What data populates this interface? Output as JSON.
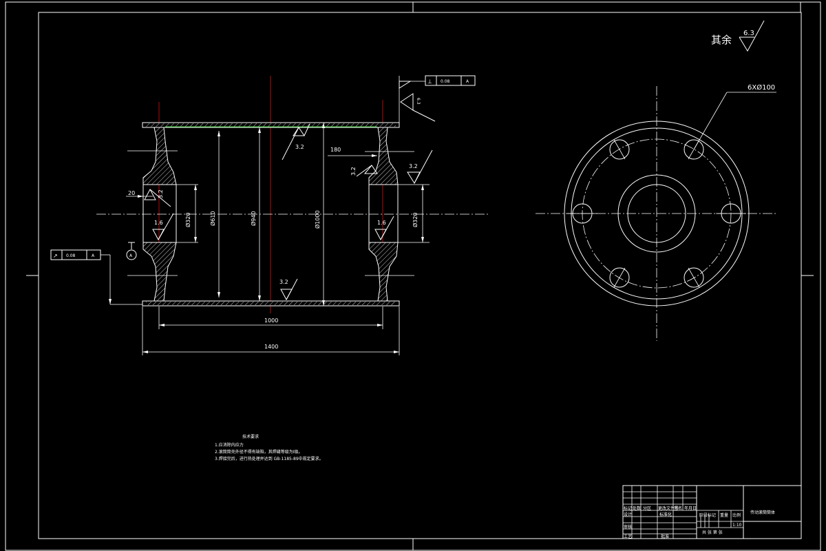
{
  "roughness_general": {
    "label": "其余",
    "value": "6.3"
  },
  "hole_spec": "6XØ100",
  "dimensions": {
    "length_inner": "1000",
    "length_total": "1400",
    "dia_610": "Ø610",
    "dia_940": "Ø940",
    "dia_1000": "Ø1000",
    "dia_320_left": "Ø320",
    "dia_320_right": "Ø320",
    "dim_180": "180",
    "dim_20": "20"
  },
  "roughness_marks": {
    "top_center": "3.2",
    "bottom_center": "3.2",
    "right_inner": "3.2",
    "right_outer": "3.2",
    "left_hub": "3.2",
    "left_bore": "1.6",
    "right_bore": "1.6",
    "right_tag": "6.3"
  },
  "tolerance_frames": {
    "top": {
      "symbol": "⊥",
      "value": "0.08",
      "datum": "A"
    },
    "left": {
      "symbol": "↗",
      "value": "0.08",
      "datum": "A"
    }
  },
  "datum_label": "A",
  "tech_requirements": {
    "title": "技术要求",
    "items": [
      "1.应消除内应力",
      "2.滚筒筒壳外径不得有缺陷，其焊缝等级为I级。",
      "3.焊接完后，进行热处理并达到 GB-1185-89中规定要求。"
    ]
  },
  "title_block": {
    "part_name": "传动滚筒筒体",
    "row_labels": [
      "标记",
      "设计",
      "审核",
      "工艺"
    ],
    "header_cells": [
      "处数",
      "分区",
      "更改文件号",
      "签名",
      "年月日"
    ],
    "cells": [
      "标准化",
      "阶段标记",
      "重量",
      "比例",
      "批准",
      "共 张 第 张",
      "1:10"
    ]
  }
}
